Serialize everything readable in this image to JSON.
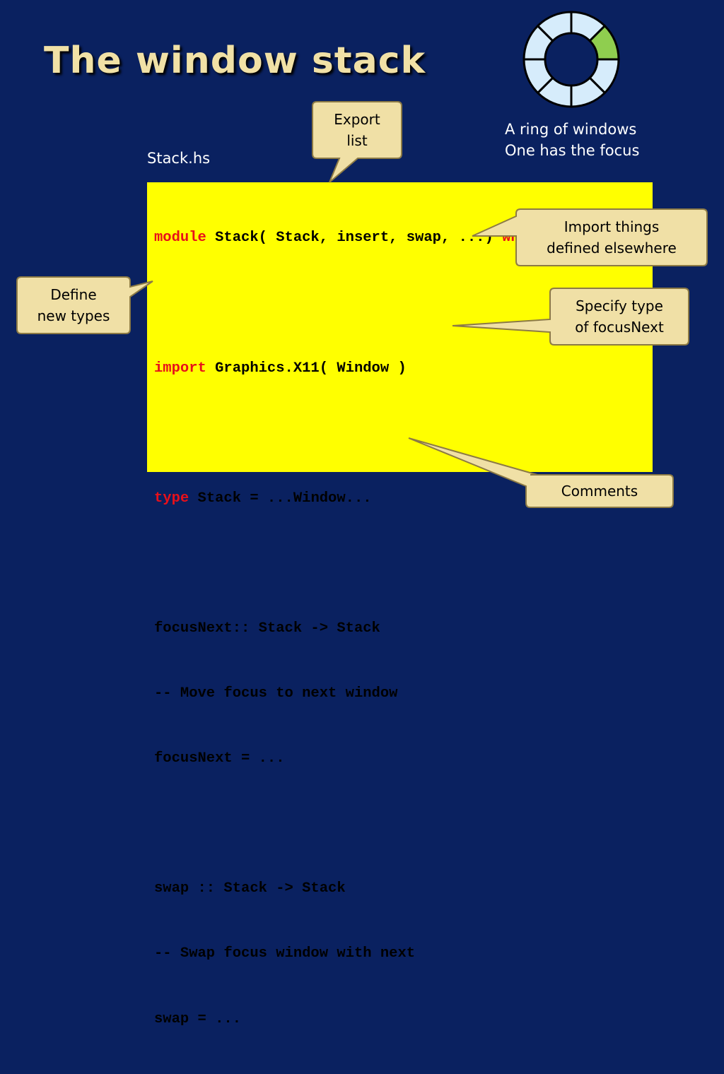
{
  "title": "The window stack",
  "file_label": "Stack.hs",
  "ring_caption": {
    "line1": "A ring of windows",
    "line2": "One has the focus"
  },
  "code_lines": [
    {
      "kw": "module",
      "text": " Stack( Stack, insert, swap, ...) ",
      "kw2": "where"
    },
    {
      "kw": "",
      "text": "",
      "kw2": ""
    },
    {
      "kw": "import",
      "text": " Graphics.X11( Window )",
      "kw2": ""
    },
    {
      "kw": "",
      "text": "",
      "kw2": ""
    },
    {
      "kw": "type",
      "text": " Stack = ...Window...",
      "kw2": ""
    },
    {
      "kw": "",
      "text": "",
      "kw2": ""
    },
    {
      "kw": "",
      "text": "focusNext:: Stack -> Stack",
      "kw2": ""
    },
    {
      "kw": "",
      "text": "-- Move focus to next window",
      "kw2": ""
    },
    {
      "kw": "",
      "text": "focusNext = ...",
      "kw2": ""
    },
    {
      "kw": "",
      "text": "",
      "kw2": ""
    },
    {
      "kw": "",
      "text": "swap :: Stack -> Stack",
      "kw2": ""
    },
    {
      "kw": "",
      "text": "-- Swap focus window with next",
      "kw2": ""
    },
    {
      "kw": "",
      "text": "swap = ...",
      "kw2": ""
    }
  ],
  "callouts": {
    "export": {
      "line1": "Export",
      "line2": "list"
    },
    "import": {
      "line1": "Import things",
      "line2": "defined elsewhere"
    },
    "define": {
      "line1": "Define",
      "line2": "new types"
    },
    "specify": {
      "line1": "Specify type",
      "line2": "of focusNext"
    },
    "comments": {
      "line1": "Comments"
    }
  },
  "ring": {
    "segments": 8,
    "focused_segment": 1,
    "segment_fill": "#d6ecfb",
    "focus_fill": "#8fce4f",
    "stroke": "#000000"
  },
  "colors": {
    "background": "#0a2160",
    "title": "#f1e1a6",
    "code_background": "#ffff00",
    "keyword": "#e8101a",
    "callout_fill": "#f0e0a6",
    "callout_border": "#8c7a45"
  }
}
